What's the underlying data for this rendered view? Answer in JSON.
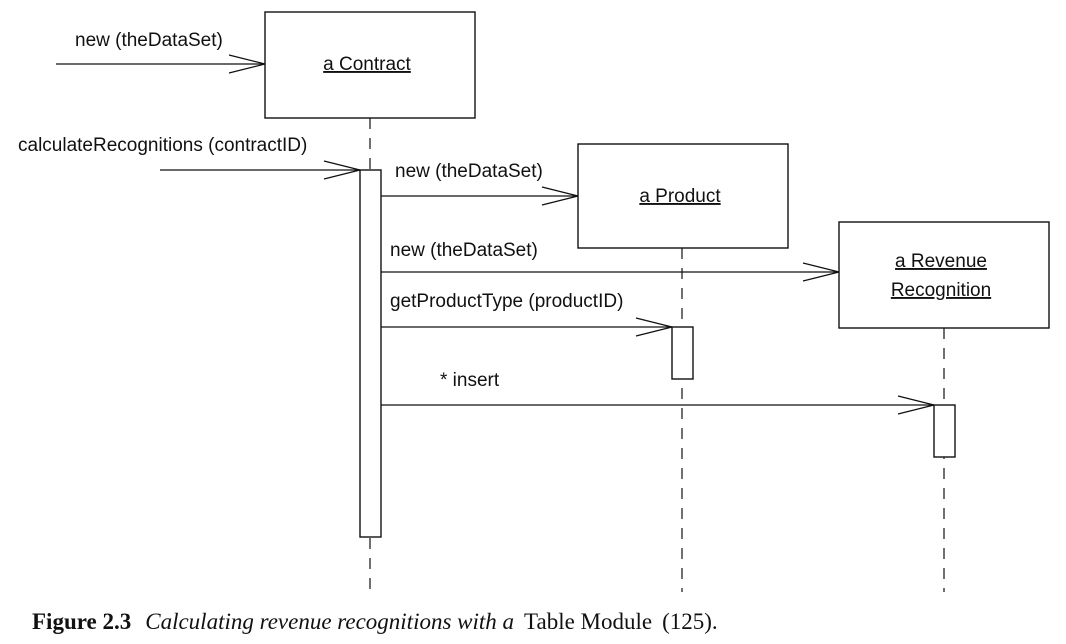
{
  "objects": {
    "contract": "a Contract",
    "product": "a Product",
    "revenue_recognition_line1": "a Revenue",
    "revenue_recognition_line2": "Recognition"
  },
  "messages": {
    "new_contract": "new (theDataSet)",
    "calculate_recognitions": "calculateRecognitions (contractID)",
    "new_product": "new (theDataSet)",
    "new_revenue_recognition": "new (theDataSet)",
    "get_product_type": "getProductType (productID)",
    "insert": "* insert"
  },
  "caption": {
    "figure_label": "Figure 2.3",
    "italic_part": "Calculating revenue recognitions with a",
    "pattern_name": "Table Module",
    "page_ref": "(125)."
  }
}
